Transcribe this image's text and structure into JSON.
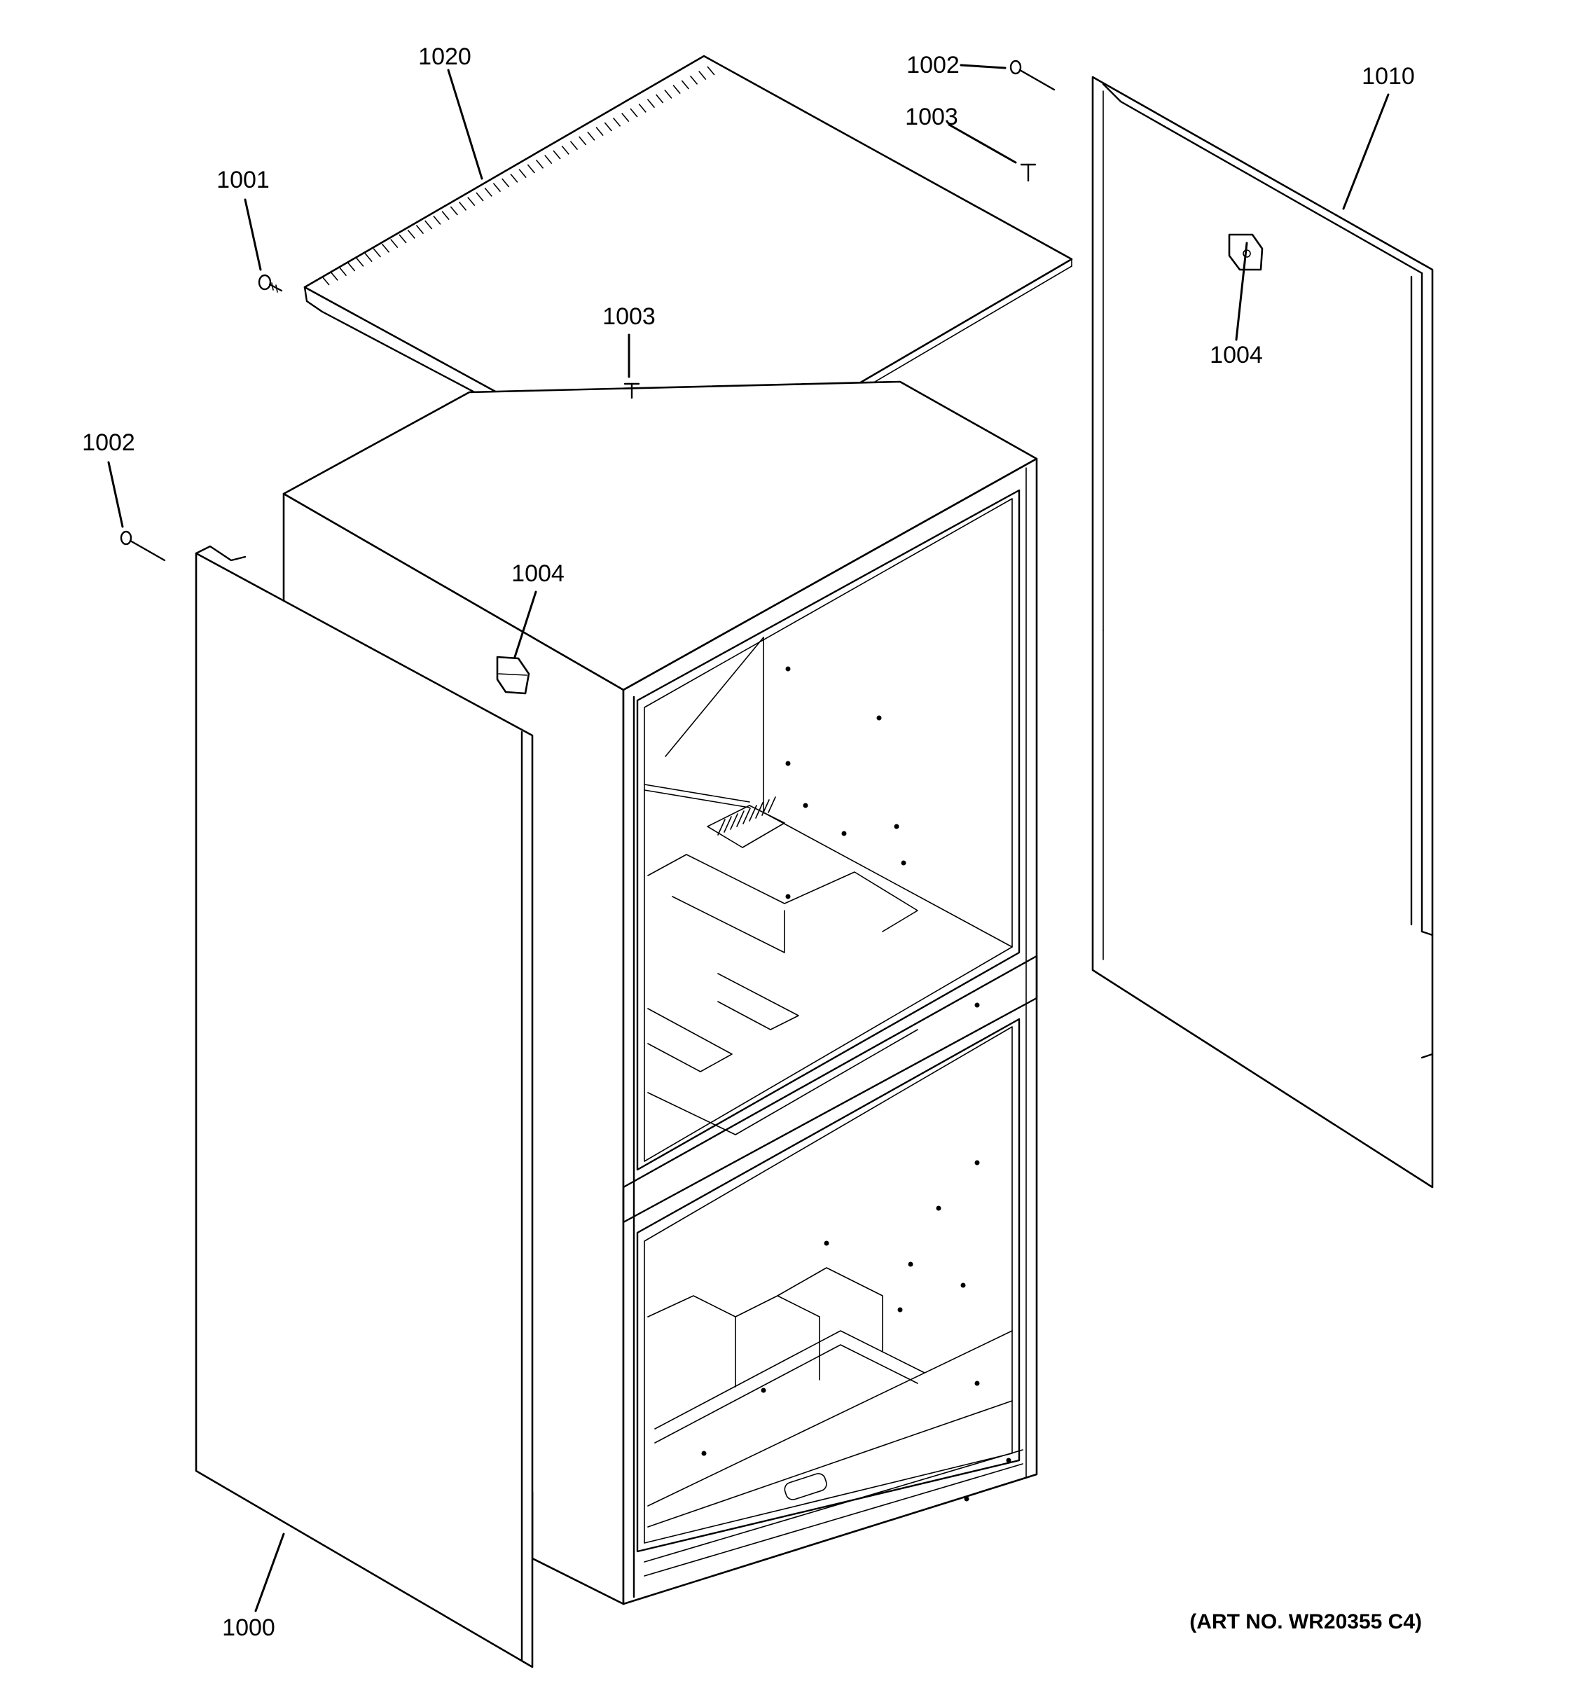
{
  "callouts": {
    "c1020": "1020",
    "c1002_top": "1002",
    "c1003_top": "1003",
    "c1010": "1010",
    "c1001": "1001",
    "c1003_mid": "1003",
    "c1004_right": "1004",
    "c1002_left": "1002",
    "c1004_mid": "1004",
    "c1000": "1000"
  },
  "art_number": "(ART NO. WR20355 C4)"
}
